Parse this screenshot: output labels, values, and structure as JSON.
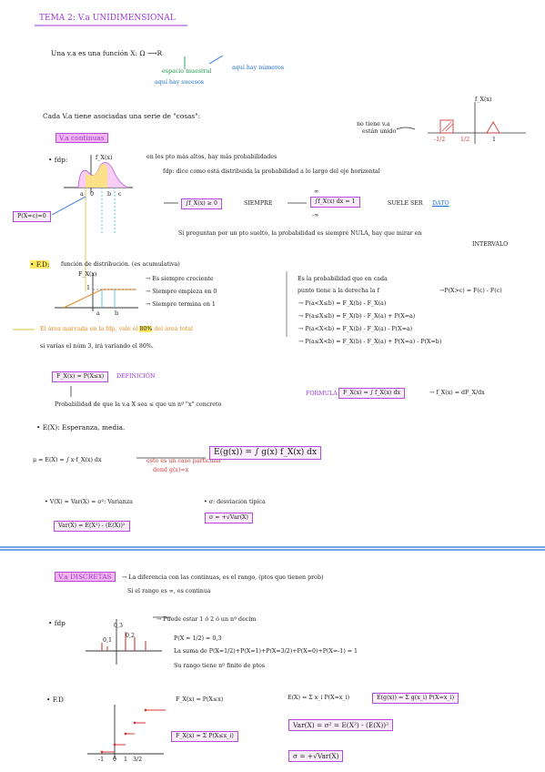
{
  "title": "TEMA 2: V.a UNIDIMENSIONAL",
  "intro": {
    "line_start": "Una v.a es una función X:",
    "omega": "Ω",
    "arrow_r": "⟶R",
    "espacio": "espacio muestral",
    "aqui_sucesos": "aquí hay sucesos",
    "aqui_numeros": "aquí hay números"
  },
  "cosas_line": "Cada V.a tiene asociadas una serie de \"cosas\":",
  "no_tiene": {
    "line1": "no tiene v.a",
    "line2": "están unido"
  },
  "mini_axis": {
    "fx": "f_X(x)",
    "v1": "-1/2",
    "v2": "1/2",
    "v3": "1"
  },
  "continuas": {
    "header": "V.a continuas",
    "fdp_label": "• fdp:",
    "fdp_fx": "f_X(x)",
    "fdp_axis": [
      "a",
      "0",
      "b",
      "c"
    ],
    "alto_text": "en los pto más altos, hay más probabilidades",
    "fdp_desc": "fdp: dice como está distribuida la probabilidad a lo largo del eje horizontal",
    "siempre_left": "∫f_X(x) ≥ 0",
    "siempre_word": "SIEMPRE",
    "integral_eq": "∫f_X(x) dx = 1",
    "int_lim_top": "∞",
    "int_lim_bot": "-∞",
    "suele_ser": "SUELE SER",
    "dato": "DATO",
    "pregunta": "Si preguntan por un pto suelto, la probabilidad es siempre NULA, hay que mirar en",
    "intervalo": "INTERVALO",
    "pxc": "P(X=c)=0",
    "fd_label": "• F.D:",
    "fd_desc": "función de distribución. (es acumulativa)",
    "fd_fx": "F_X(x)",
    "fd_1": "1",
    "fd_axis": [
      "a",
      "b"
    ],
    "fd_props": [
      "→ Es siempre creciente",
      "→ Siempre empieza en 0",
      "→ Siempre termina en 1"
    ],
    "prob_text1": "Es la probabilidad que en cada",
    "prob_text2": "punto tiene a la derecha la f",
    "prob_eq_right": "→P(X>c) = F(c) - F(c)",
    "prob_eqs": [
      "→ P(a<X≤b) = F_X(b) - F_X(a)",
      "→ P(a≤X≤b) = F_X(b) - F_X(a) + P(X=a)",
      "→ P(a<X<b) = F_X(b) - F_X(a) - P(X=a)",
      "→ P(a≤X<b) = F_X(b) - F_X(a) + P(X=a) - P(X=b)"
    ],
    "area_text_pre": "El área marcada en la fdp, vale el ",
    "area_pct": "80%",
    "area_text_post": " del área total",
    "area_text2": "si varías el núm 3, irá variando el 80%.",
    "def_box": "F_X(x) = P(X≤x)",
    "definicion": "DEFINICIÓN",
    "def_desc": "Probabilidad de que la v.a X sea ≤ que un nº \"x\" concreto",
    "formula_label": "FORMULA",
    "formula_box": "F_X(x) = ∫ f_X(x) dx",
    "formula_deriv": "→ f_X(x) = dF_X/dx",
    "esp_label": "• E(X): Esperanza, media.",
    "mu_eq": "μ = E(X) = ∫ x·f_X(x) dx",
    "esp_note1": "esto es un caso particular",
    "esp_note2": "dond g(x)=x",
    "eg_box": "E(g(x)) = ∫ g(x) f_X(x) dx",
    "var_label": "• V(X) = Var(X) = σ²: Varianza",
    "var_box": "Var(X) = E(X²) - (E(X))²",
    "desv_label": "• σ: desviación típica",
    "desv_box": "σ = +√Var(X)"
  },
  "discretas": {
    "header": "V.a DISCRETAS",
    "diff_text": "→ La diferencia con las continuas, es el rango, (ptos que tienen prob)",
    "rango_text": "Si el rango es ∞, es continua",
    "fdp_label": "• fdp",
    "puede": "→ Puede estar 1 ó 2 ó un nº decim",
    "prob_eq": "P(X = 1/2) = 0,3",
    "suma_eq": "La suma de P(X=1/2)+P(X=1)+P(X=3/2)+P(X=0)+P(X=-1) = 1",
    "rango_finito": "Su rango tiene nº finito de ptos",
    "bar_vals": [
      "0,3",
      "0,2",
      "0,1"
    ],
    "fd_label": "• F.D",
    "fd_eq": "F_X(x) = P(X≤x)",
    "fd_box": "F_X(x) = Σ P(X≤x_i)",
    "e_eq": "E(X) = Σ x_i P(X=x_i)",
    "eg_box": "E(g(x)) = Σ g(x_i) P(X=x_i)",
    "var_box": "Var(X) = σ² = E(X²) - (E(X))²",
    "desv_box": "σ = +√Var(X)",
    "axis_vals": [
      "-1",
      "0",
      "1",
      "3/2"
    ]
  }
}
